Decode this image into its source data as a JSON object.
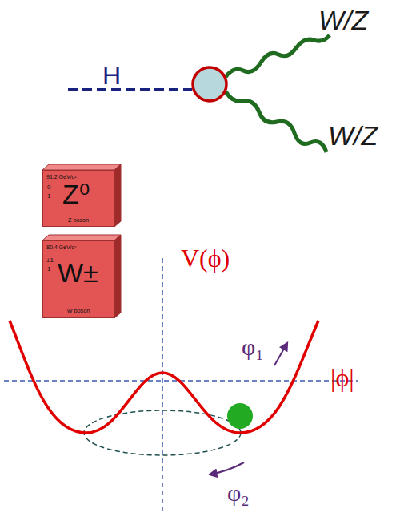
{
  "diagram": {
    "nodes": [
      {
        "text": [
          "91.2 GeV/c²",
          "0",
          "1",
          "Z⁰",
          "Z boson"
        ]
      },
      {
        "text": [
          "80.4 GeV/c²",
          "±1",
          "1",
          "W±",
          "W boson"
        ]
      }
    ],
    "labels": [
      "W/Z",
      "H",
      "W/Z",
      "V(ϕ)",
      "|ϕ|",
      "φ₁",
      "φ₂"
    ]
  }
}
